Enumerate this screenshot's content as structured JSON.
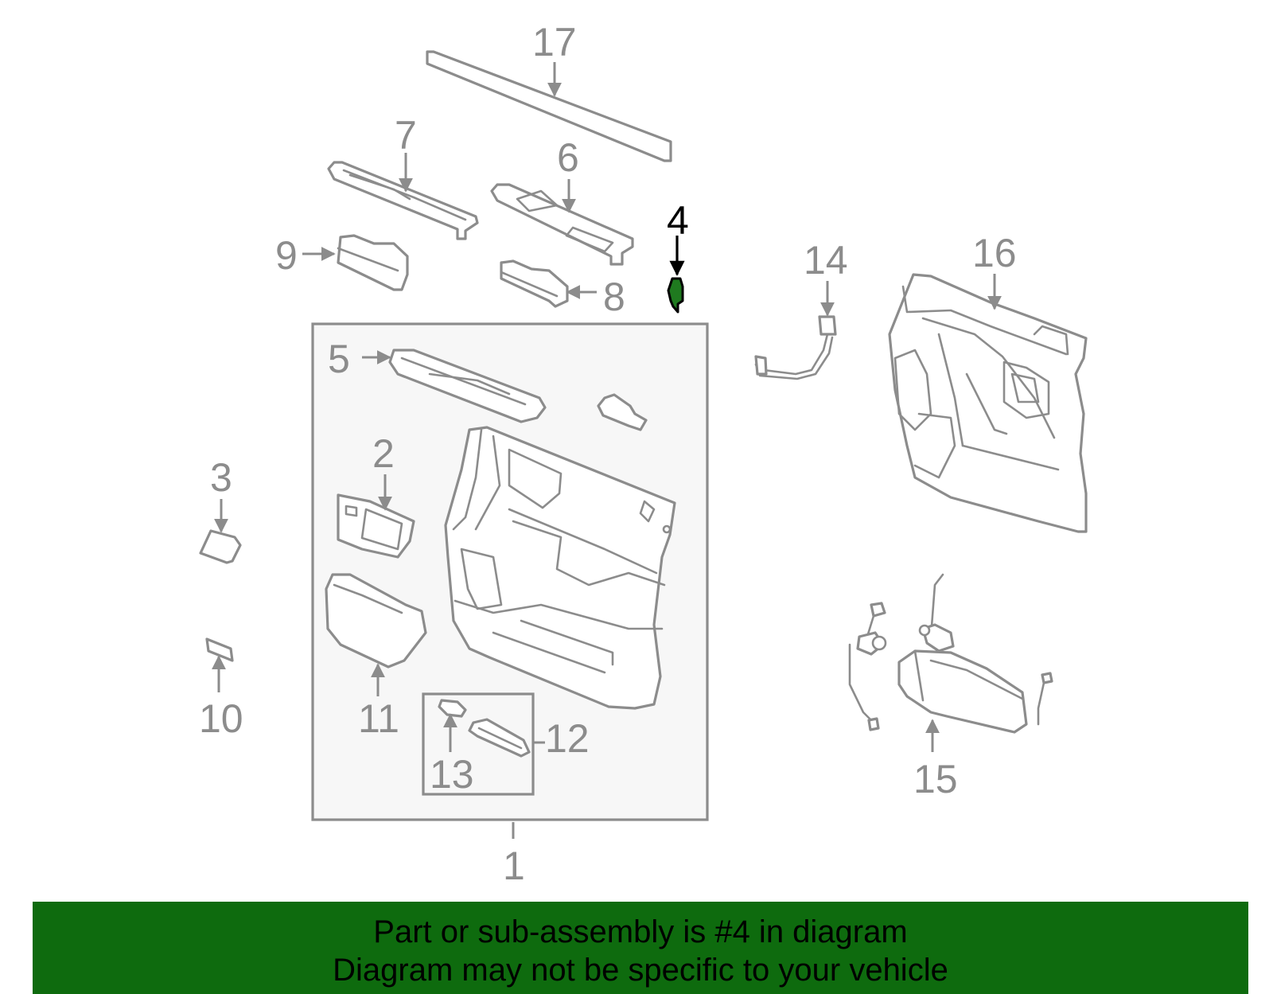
{
  "diagram": {
    "highlighted_part": "4",
    "highlight_color": "#1f7a1f",
    "labels": {
      "p1": "1",
      "p2": "2",
      "p3": "3",
      "p4": "4",
      "p5": "5",
      "p6": "6",
      "p7": "7",
      "p8": "8",
      "p9": "9",
      "p10": "10",
      "p11": "11",
      "p12": "12",
      "p13": "13",
      "p14": "14",
      "p15": "15",
      "p16": "16",
      "p17": "17"
    }
  },
  "banner": {
    "line1": "Part or sub-assembly is #4 in diagram",
    "line2": "Diagram may not be specific to your vehicle",
    "background": "#0e6b0e"
  }
}
